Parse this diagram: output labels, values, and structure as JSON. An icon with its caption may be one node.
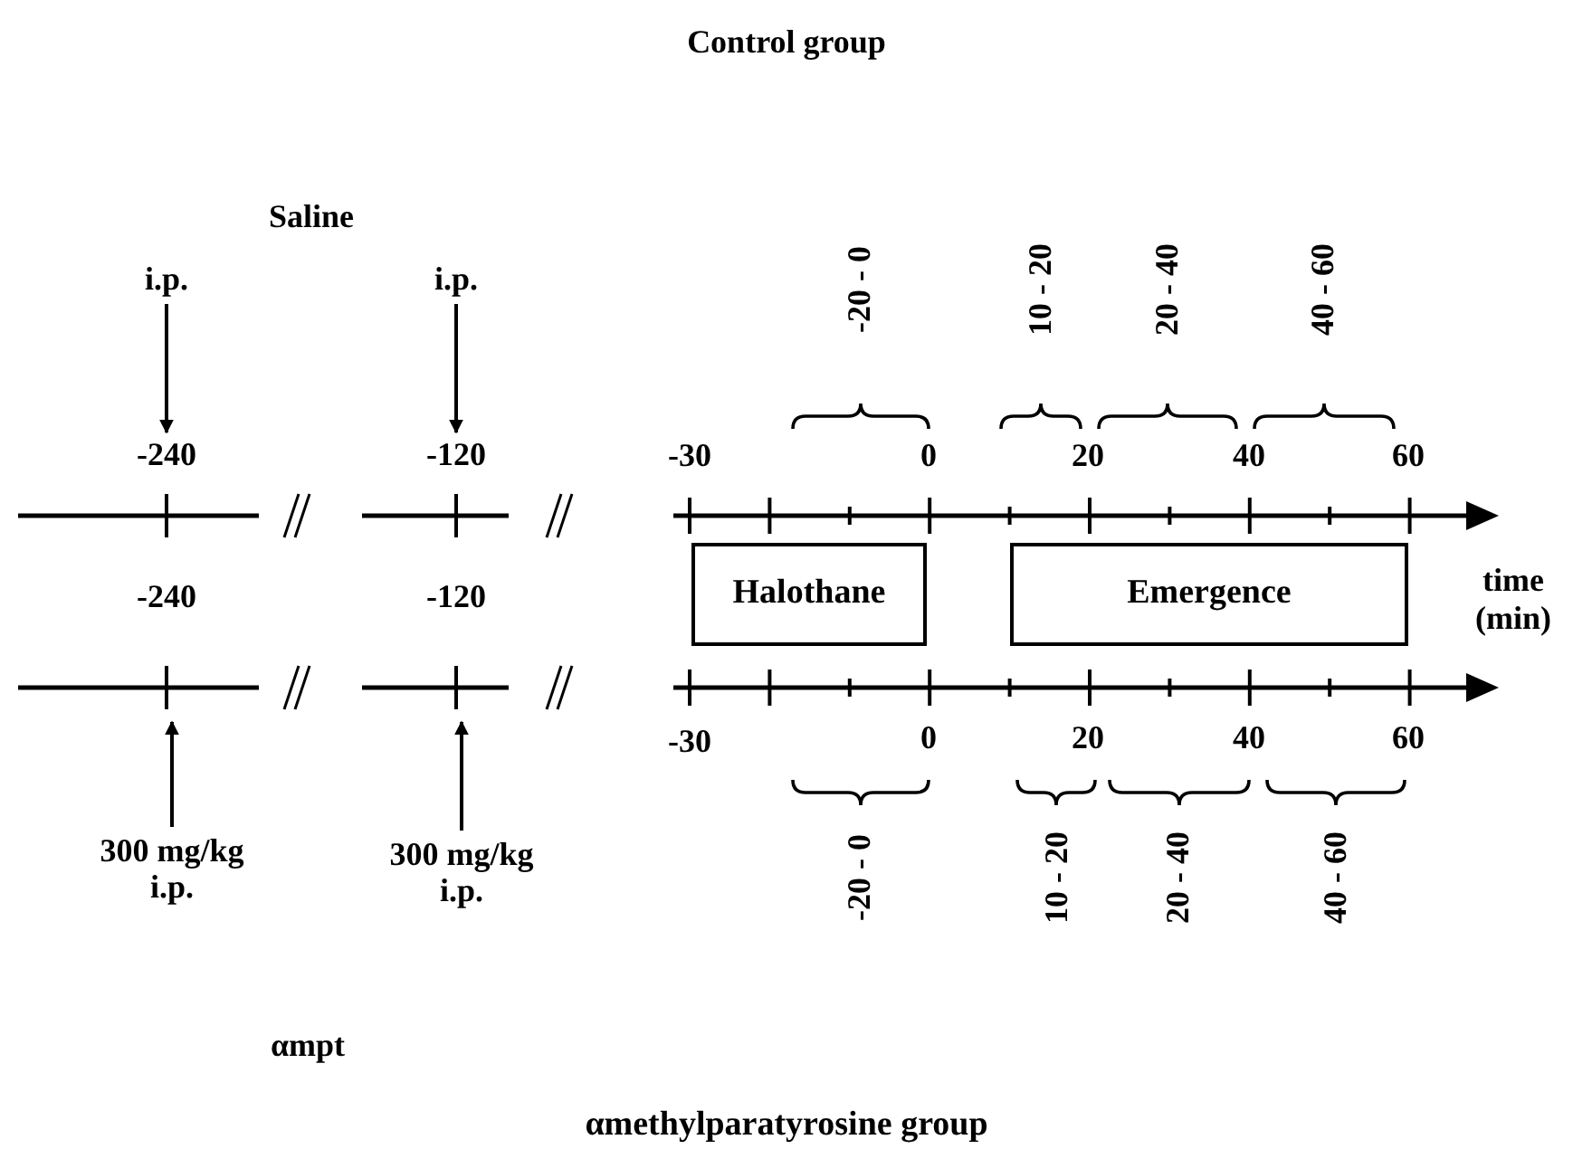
{
  "diagram": {
    "title": "Control group",
    "caption": "αmethylparatyrosine group",
    "nodes": [
      {
        "text": [
          "i.p."
        ]
      },
      {
        "text": [
          "i.p."
        ]
      },
      {
        "text": [
          "-240"
        ]
      },
      {
        "text": [
          "-120"
        ]
      },
      {
        "text": [
          "Halothane"
        ]
      },
      {
        "text": [
          "Emergence"
        ]
      },
      {
        "text": [
          "300 mg/kg i.p."
        ]
      },
      {
        "text": [
          "300 mg/kg i.p."
        ]
      }
    ],
    "edges": [
      {
        "from": 0,
        "to": 2,
        "arrow": "to"
      },
      {
        "from": 1,
        "to": 3,
        "arrow": "to"
      },
      {
        "from": 6,
        "to": null,
        "arrow": "to"
      },
      {
        "from": 7,
        "to": null,
        "arrow": "to"
      }
    ],
    "labels": [
      "Saline",
      "-20 - 0",
      "10 - 20",
      "20 - 40",
      "40 - 60",
      "-30",
      "0",
      "20",
      "40",
      "60",
      "-240",
      "-120",
      "time (min)",
      "-30",
      "0",
      "20",
      "40",
      "60",
      "-20 - 0",
      "10 - 20",
      "20 - 40",
      "40 - 60",
      "αmpt"
    ]
  }
}
